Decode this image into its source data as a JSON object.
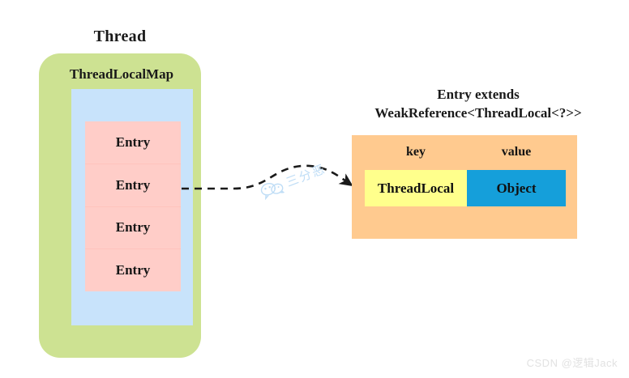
{
  "thread": {
    "title": "Thread",
    "map_title": "ThreadLocalMap",
    "entries": [
      {
        "label": "Entry"
      },
      {
        "label": "Entry"
      },
      {
        "label": "Entry"
      },
      {
        "label": "Entry"
      }
    ]
  },
  "entry_detail": {
    "caption_line1": "Entry extends",
    "caption_line2": "WeakReference<ThreadLocal<?>>",
    "key_header": "key",
    "value_header": "value",
    "key_label": "ThreadLocal",
    "value_label": "Object"
  },
  "watermarks": {
    "wechat_text": "三分恶",
    "csdn_text": "CSDN @逻辑Jack"
  },
  "colors": {
    "thread_green": "#cde292",
    "map_blue": "#c8e3fb",
    "entry_pink": "#ffcdc8",
    "panel_orange": "#ffca8f",
    "key_yellow": "#ffff8c",
    "value_blue": "#159fda",
    "arrow_black": "#1a1a1a",
    "watermark_blue": "#bcdcf6",
    "watermark_gray": "#e2e2e2"
  }
}
